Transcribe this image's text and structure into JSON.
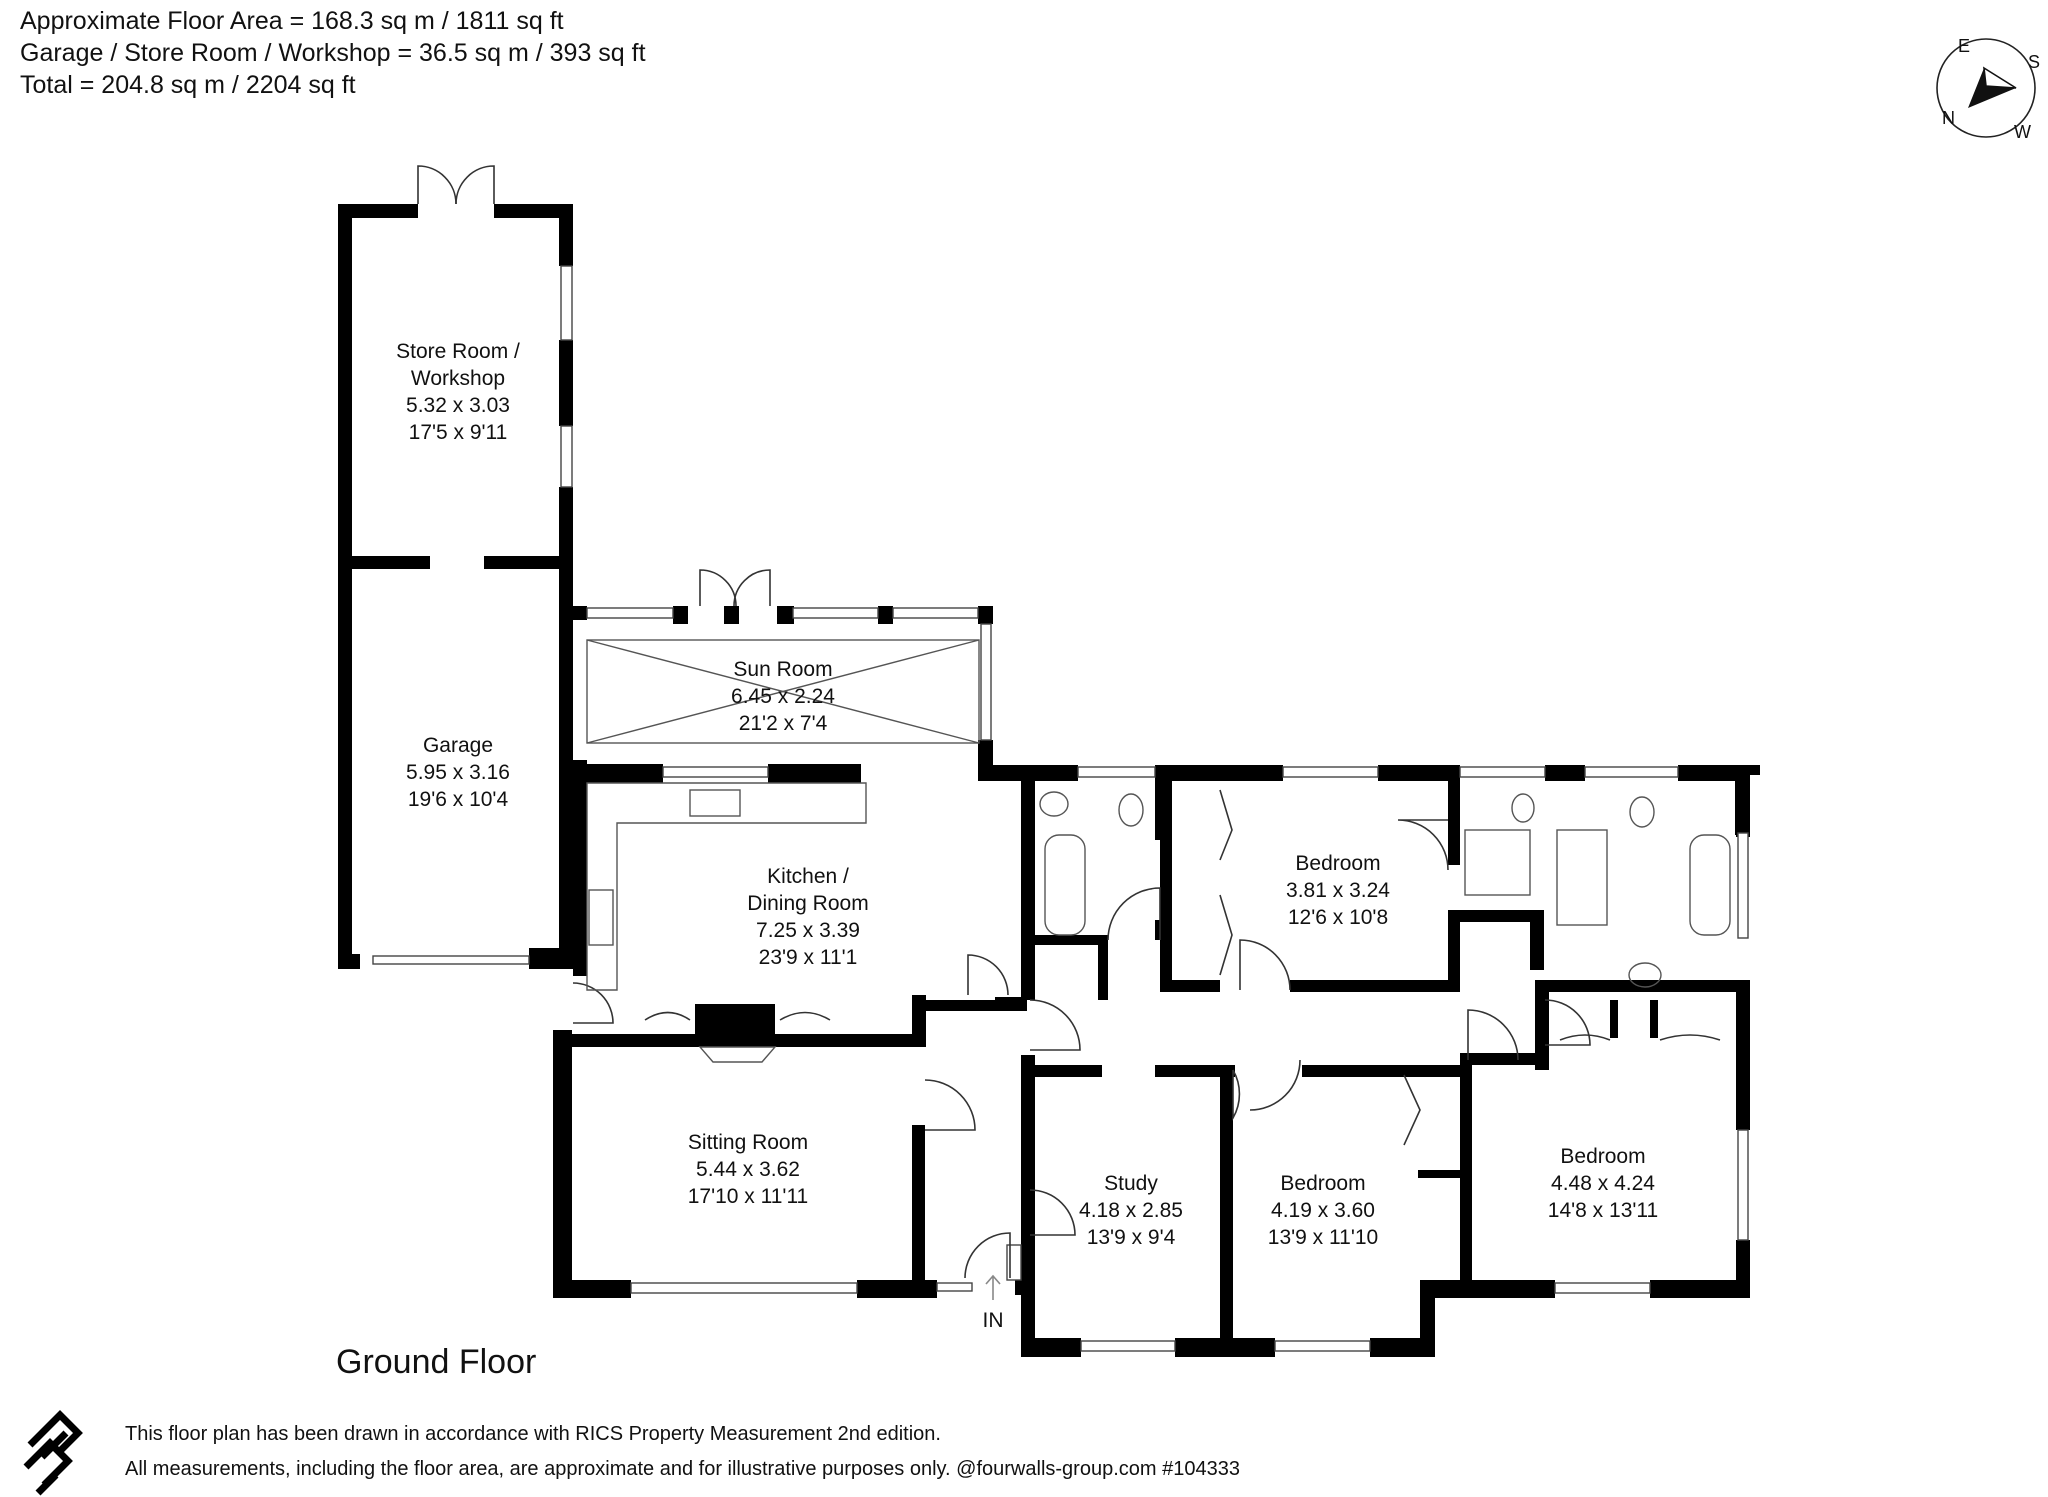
{
  "header": {
    "line1": "Approximate Floor Area = 168.3 sq m / 1811 sq ft",
    "line2": "Garage / Store Room / Workshop = 36.5 sq m / 393 sq ft",
    "line3": "Total = 204.8 sq m / 2204 sq ft"
  },
  "compass": {
    "e": "E",
    "s": "S",
    "n": "N",
    "w": "W",
    "icon": "compass-icon"
  },
  "rooms": {
    "store": {
      "name1": "Store Room /",
      "name2": "Workshop",
      "metric": "5.32 x 3.03",
      "imperial": "17'5 x 9'11"
    },
    "garage": {
      "name": "Garage",
      "metric": "5.95 x 3.16",
      "imperial": "19'6 x 10'4"
    },
    "sun": {
      "name": "Sun Room",
      "metric": "6.45 x 2.24",
      "imperial": "21'2 x 7'4"
    },
    "kitchen": {
      "name1": "Kitchen /",
      "name2": "Dining Room",
      "metric": "7.25 x 3.39",
      "imperial": "23'9 x 11'1"
    },
    "sitting": {
      "name": "Sitting Room",
      "metric": "5.44 x 3.62",
      "imperial": "17'10 x 11'11"
    },
    "study": {
      "name": "Study",
      "metric": "4.18 x 2.85",
      "imperial": "13'9 x 9'4"
    },
    "bed1": {
      "name": "Bedroom",
      "metric": "3.81 x 3.24",
      "imperial": "12'6 x 10'8"
    },
    "bed2": {
      "name": "Bedroom",
      "metric": "4.19 x 3.60",
      "imperial": "13'9 x 11'10"
    },
    "bed3": {
      "name": "Bedroom",
      "metric": "4.48 x 4.24",
      "imperial": "14'8 x 13'11"
    }
  },
  "entrance": "IN",
  "floor_title": "Ground Floor",
  "footer": {
    "line1": "This floor plan has been drawn in accordance with RICS Property Measurement 2nd edition.",
    "line2": "All measurements, including the floor area, are approximate and for illustrative purposes only. @fourwalls-group.com #104333",
    "logo_icon": "fourwalls-logo-icon"
  },
  "colors": {
    "wall": "#000000",
    "fixture": "#555555",
    "background": "#ffffff"
  }
}
